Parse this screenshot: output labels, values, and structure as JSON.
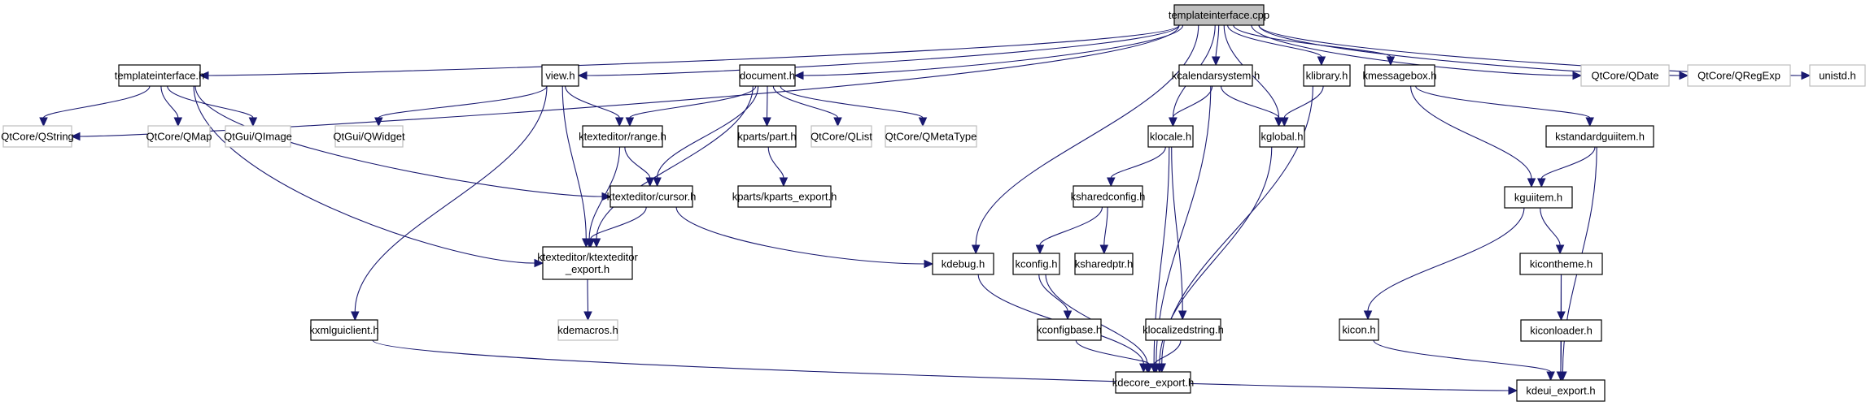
{
  "title": "templateinterface.cpp",
  "colors": {
    "edge": "#191970",
    "root_fill": "#bfbfbf",
    "local_border": "#000000",
    "external_border": "#bfbfbf"
  },
  "nodes": [
    {
      "id": "templateinterface_cpp",
      "label": "templateinterface.cpp",
      "kind": "root"
    },
    {
      "id": "templateinterface_h",
      "label": "templateinterface.h",
      "kind": "local"
    },
    {
      "id": "view_h",
      "label": "view.h",
      "kind": "local"
    },
    {
      "id": "document_h",
      "label": "document.h",
      "kind": "local"
    },
    {
      "id": "kcalendarsystem_h",
      "label": "kcalendarsystem.h",
      "kind": "local"
    },
    {
      "id": "klibrary_h",
      "label": "klibrary.h",
      "kind": "local"
    },
    {
      "id": "kmessagebox_h",
      "label": "kmessagebox.h",
      "kind": "local"
    },
    {
      "id": "qdate",
      "label": "QtCore/QDate",
      "kind": "external"
    },
    {
      "id": "qregexp",
      "label": "QtCore/QRegExp",
      "kind": "external"
    },
    {
      "id": "unistd_h",
      "label": "unistd.h",
      "kind": "external"
    },
    {
      "id": "qstring",
      "label": "QtCore/QString",
      "kind": "external"
    },
    {
      "id": "qmap",
      "label": "QtCore/QMap",
      "kind": "external"
    },
    {
      "id": "qimage",
      "label": "QtGui/QImage",
      "kind": "external"
    },
    {
      "id": "qwidget",
      "label": "QtGui/QWidget",
      "kind": "external"
    },
    {
      "id": "range_h",
      "label": "ktexteditor/range.h",
      "kind": "local"
    },
    {
      "id": "part_h",
      "label": "kparts/part.h",
      "kind": "local"
    },
    {
      "id": "qlist",
      "label": "QtCore/QList",
      "kind": "external"
    },
    {
      "id": "qmetatype",
      "label": "QtCore/QMetaType",
      "kind": "external"
    },
    {
      "id": "klocale_h",
      "label": "klocale.h",
      "kind": "local"
    },
    {
      "id": "kglobal_h",
      "label": "kglobal.h",
      "kind": "local"
    },
    {
      "id": "kstandardguiitem_h",
      "label": "kstandardguiitem.h",
      "kind": "local"
    },
    {
      "id": "cursor_h",
      "label": "ktexteditor/cursor.h",
      "kind": "local"
    },
    {
      "id": "kparts_export_h",
      "label": "kparts/kparts_export.h",
      "kind": "local"
    },
    {
      "id": "ksharedconfig_h",
      "label": "ksharedconfig.h",
      "kind": "local"
    },
    {
      "id": "kguiitem_h",
      "label": "kguiitem.h",
      "kind": "local"
    },
    {
      "id": "ktexteditor_export_h",
      "label": "ktexteditor/ktexteditor\n_export.h",
      "kind": "local"
    },
    {
      "id": "kdebug_h",
      "label": "kdebug.h",
      "kind": "local"
    },
    {
      "id": "kconfig_h",
      "label": "kconfig.h",
      "kind": "local"
    },
    {
      "id": "ksharedptr_h",
      "label": "ksharedptr.h",
      "kind": "local"
    },
    {
      "id": "kicontheme_h",
      "label": "kicontheme.h",
      "kind": "local"
    },
    {
      "id": "kdemacros_h",
      "label": "kdemacros.h",
      "kind": "external"
    },
    {
      "id": "kxmlguiclient_h",
      "label": "kxmlguiclient.h",
      "kind": "local"
    },
    {
      "id": "kconfigbase_h",
      "label": "kconfigbase.h",
      "kind": "local"
    },
    {
      "id": "klocalizedstring_h",
      "label": "klocalizedstring.h",
      "kind": "local"
    },
    {
      "id": "kicon_h",
      "label": "kicon.h",
      "kind": "local"
    },
    {
      "id": "kiconloader_h",
      "label": "kiconloader.h",
      "kind": "local"
    },
    {
      "id": "kdecore_export_h",
      "label": "kdecore_export.h",
      "kind": "local"
    },
    {
      "id": "kdeui_export_h",
      "label": "kdeui_export.h",
      "kind": "local"
    }
  ],
  "edges": [
    [
      "templateinterface_cpp",
      "qstring"
    ],
    [
      "templateinterface_cpp",
      "templateinterface_h"
    ],
    [
      "templateinterface_cpp",
      "view_h"
    ],
    [
      "templateinterface_cpp",
      "document_h"
    ],
    [
      "templateinterface_cpp",
      "kdebug_h"
    ],
    [
      "templateinterface_cpp",
      "klocale_h"
    ],
    [
      "templateinterface_cpp",
      "kcalendarsystem_h"
    ],
    [
      "templateinterface_cpp",
      "kglobal_h"
    ],
    [
      "templateinterface_cpp",
      "klibrary_h"
    ],
    [
      "templateinterface_cpp",
      "kmessagebox_h"
    ],
    [
      "templateinterface_cpp",
      "qdate"
    ],
    [
      "templateinterface_cpp",
      "qregexp"
    ],
    [
      "templateinterface_cpp",
      "unistd_h"
    ],
    [
      "templateinterface_h",
      "qstring"
    ],
    [
      "templateinterface_h",
      "qmap"
    ],
    [
      "templateinterface_h",
      "qimage"
    ],
    [
      "templateinterface_h",
      "cursor_h"
    ],
    [
      "templateinterface_h",
      "ktexteditor_export_h"
    ],
    [
      "view_h",
      "qwidget"
    ],
    [
      "view_h",
      "range_h"
    ],
    [
      "view_h",
      "ktexteditor_export_h"
    ],
    [
      "view_h",
      "kxmlguiclient_h"
    ],
    [
      "document_h",
      "range_h"
    ],
    [
      "document_h",
      "cursor_h"
    ],
    [
      "document_h",
      "ktexteditor_export_h"
    ],
    [
      "document_h",
      "part_h"
    ],
    [
      "document_h",
      "qlist"
    ],
    [
      "document_h",
      "qmetatype"
    ],
    [
      "range_h",
      "cursor_h"
    ],
    [
      "range_h",
      "ktexteditor_export_h"
    ],
    [
      "cursor_h",
      "ktexteditor_export_h"
    ],
    [
      "cursor_h",
      "kdebug_h"
    ],
    [
      "part_h",
      "kparts_export_h"
    ],
    [
      "ktexteditor_export_h",
      "kdemacros_h"
    ],
    [
      "kxmlguiclient_h",
      "kdeui_export_h"
    ],
    [
      "kcalendarsystem_h",
      "klocale_h"
    ],
    [
      "kcalendarsystem_h",
      "kglobal_h"
    ],
    [
      "kcalendarsystem_h",
      "kdecore_export_h"
    ],
    [
      "klibrary_h",
      "kglobal_h"
    ],
    [
      "klibrary_h",
      "kdecore_export_h"
    ],
    [
      "klocale_h",
      "ksharedconfig_h"
    ],
    [
      "klocale_h",
      "kdecore_export_h"
    ],
    [
      "klocale_h",
      "klocalizedstring_h"
    ],
    [
      "kglobal_h",
      "kdecore_export_h"
    ],
    [
      "ksharedconfig_h",
      "kconfig_h"
    ],
    [
      "ksharedconfig_h",
      "ksharedptr_h"
    ],
    [
      "kconfig_h",
      "kconfigbase_h"
    ],
    [
      "kconfig_h",
      "kdecore_export_h"
    ],
    [
      "kconfigbase_h",
      "kdecore_export_h"
    ],
    [
      "klocalizedstring_h",
      "kdecore_export_h"
    ],
    [
      "kdebug_h",
      "kdecore_export_h"
    ],
    [
      "kmessagebox_h",
      "kstandardguiitem_h"
    ],
    [
      "kmessagebox_h",
      "kguiitem_h"
    ],
    [
      "kstandardguiitem_h",
      "kguiitem_h"
    ],
    [
      "kstandardguiitem_h",
      "kdeui_export_h"
    ],
    [
      "kguiitem_h",
      "kicon_h"
    ],
    [
      "kguiitem_h",
      "kicontheme_h"
    ],
    [
      "kicontheme_h",
      "kiconloader_h"
    ],
    [
      "kicontheme_h",
      "kdeui_export_h"
    ],
    [
      "kiconloader_h",
      "kdeui_export_h"
    ],
    [
      "kicon_h",
      "kdeui_export_h"
    ]
  ]
}
